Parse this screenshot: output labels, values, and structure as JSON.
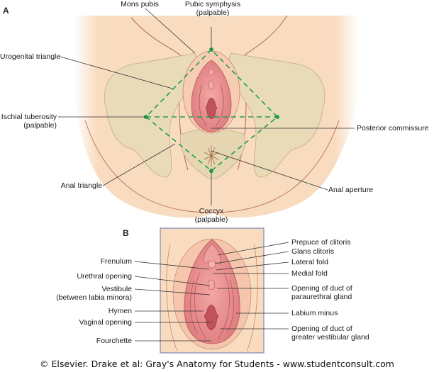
{
  "figure": {
    "panel_a": {
      "letter": "A",
      "labels": {
        "mons_pubis": "Mons pubis",
        "pubic_symphysis": [
          "Pubic symphysis",
          "(palpable)"
        ],
        "urogenital_triangle": "Urogenital triangle",
        "ischial_tuberosity": [
          "Ischial tuberosity",
          "(palpable)"
        ],
        "posterior_commissure": "Posterior commissure",
        "anal_triangle": "Anal triangle",
        "anal_aperture": "Anal aperture",
        "coccyx": [
          "Coccyx",
          "(palpable)"
        ]
      }
    },
    "panel_b": {
      "letter": "B",
      "left_labels": {
        "frenulum": "Frenulum",
        "urethral_opening": "Urethral opening",
        "vestibule": [
          "Vestibule",
          "(between labia minora)"
        ],
        "hymen": "Hymen",
        "vaginal_opening": "Vaginal opening",
        "fourchette": "Fourchette"
      },
      "right_labels": {
        "prepuce": "Prepuce of clitoris",
        "glans": "Glans clitoris",
        "lateral_fold": "Lateral fold",
        "medial_fold": "Medial fold",
        "paraurethral": [
          "Opening of duct of",
          "paraurethral gland"
        ],
        "labium_minus": "Labium minus",
        "greater_vestibular": [
          "Opening of duct of",
          "greater vestibular gland"
        ]
      }
    },
    "colors": {
      "skin": "#f9dcc0",
      "bone": "#e8d8b6",
      "bone_edge": "#b9a27a",
      "contour": "#b06a50",
      "mucosa": "#e98b8b",
      "mucosa_dark": "#c85a62",
      "triangle_dash": "#1fa04a",
      "panel_border": "#6a76b0",
      "leader": "#333333"
    },
    "caption": "© Elsevier. Drake et al: Gray's Anatomy for Students - www.studentconsult.com"
  }
}
